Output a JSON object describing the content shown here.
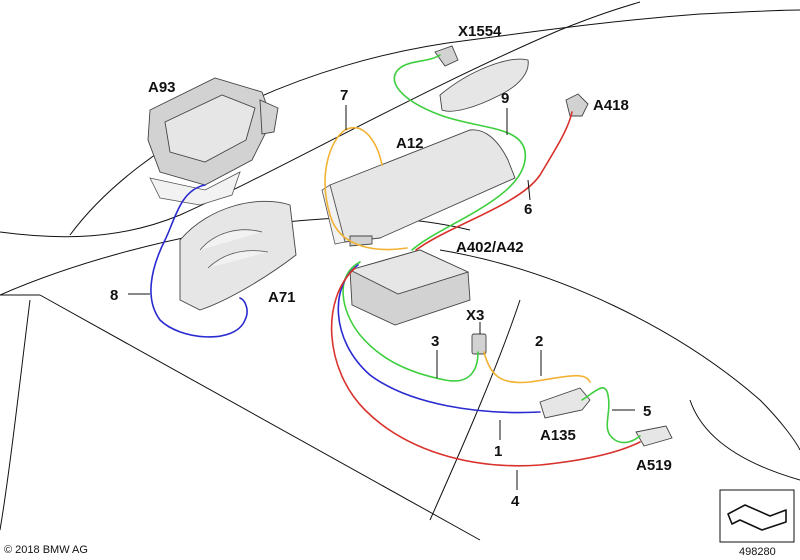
{
  "labels": {
    "a93": "A93",
    "x1554": "X1554",
    "a418": "A418",
    "a12": "A12",
    "a402": "A402/A42",
    "a71": "A71",
    "x3": "X3",
    "a135": "A135",
    "a519": "A519"
  },
  "numbers": {
    "n1": "1",
    "n2": "2",
    "n3": "3",
    "n4": "4",
    "n5": "5",
    "n6": "6",
    "n7": "7",
    "n8": "8",
    "n9": "9"
  },
  "footer": {
    "copyright": "© 2018 BMW AG",
    "image_number": "498280"
  },
  "colors": {
    "wire_yellow": "#f2b233",
    "wire_green": "#3ecf3e",
    "wire_red": "#d9312b",
    "wire_blue": "#2a2ad1"
  }
}
